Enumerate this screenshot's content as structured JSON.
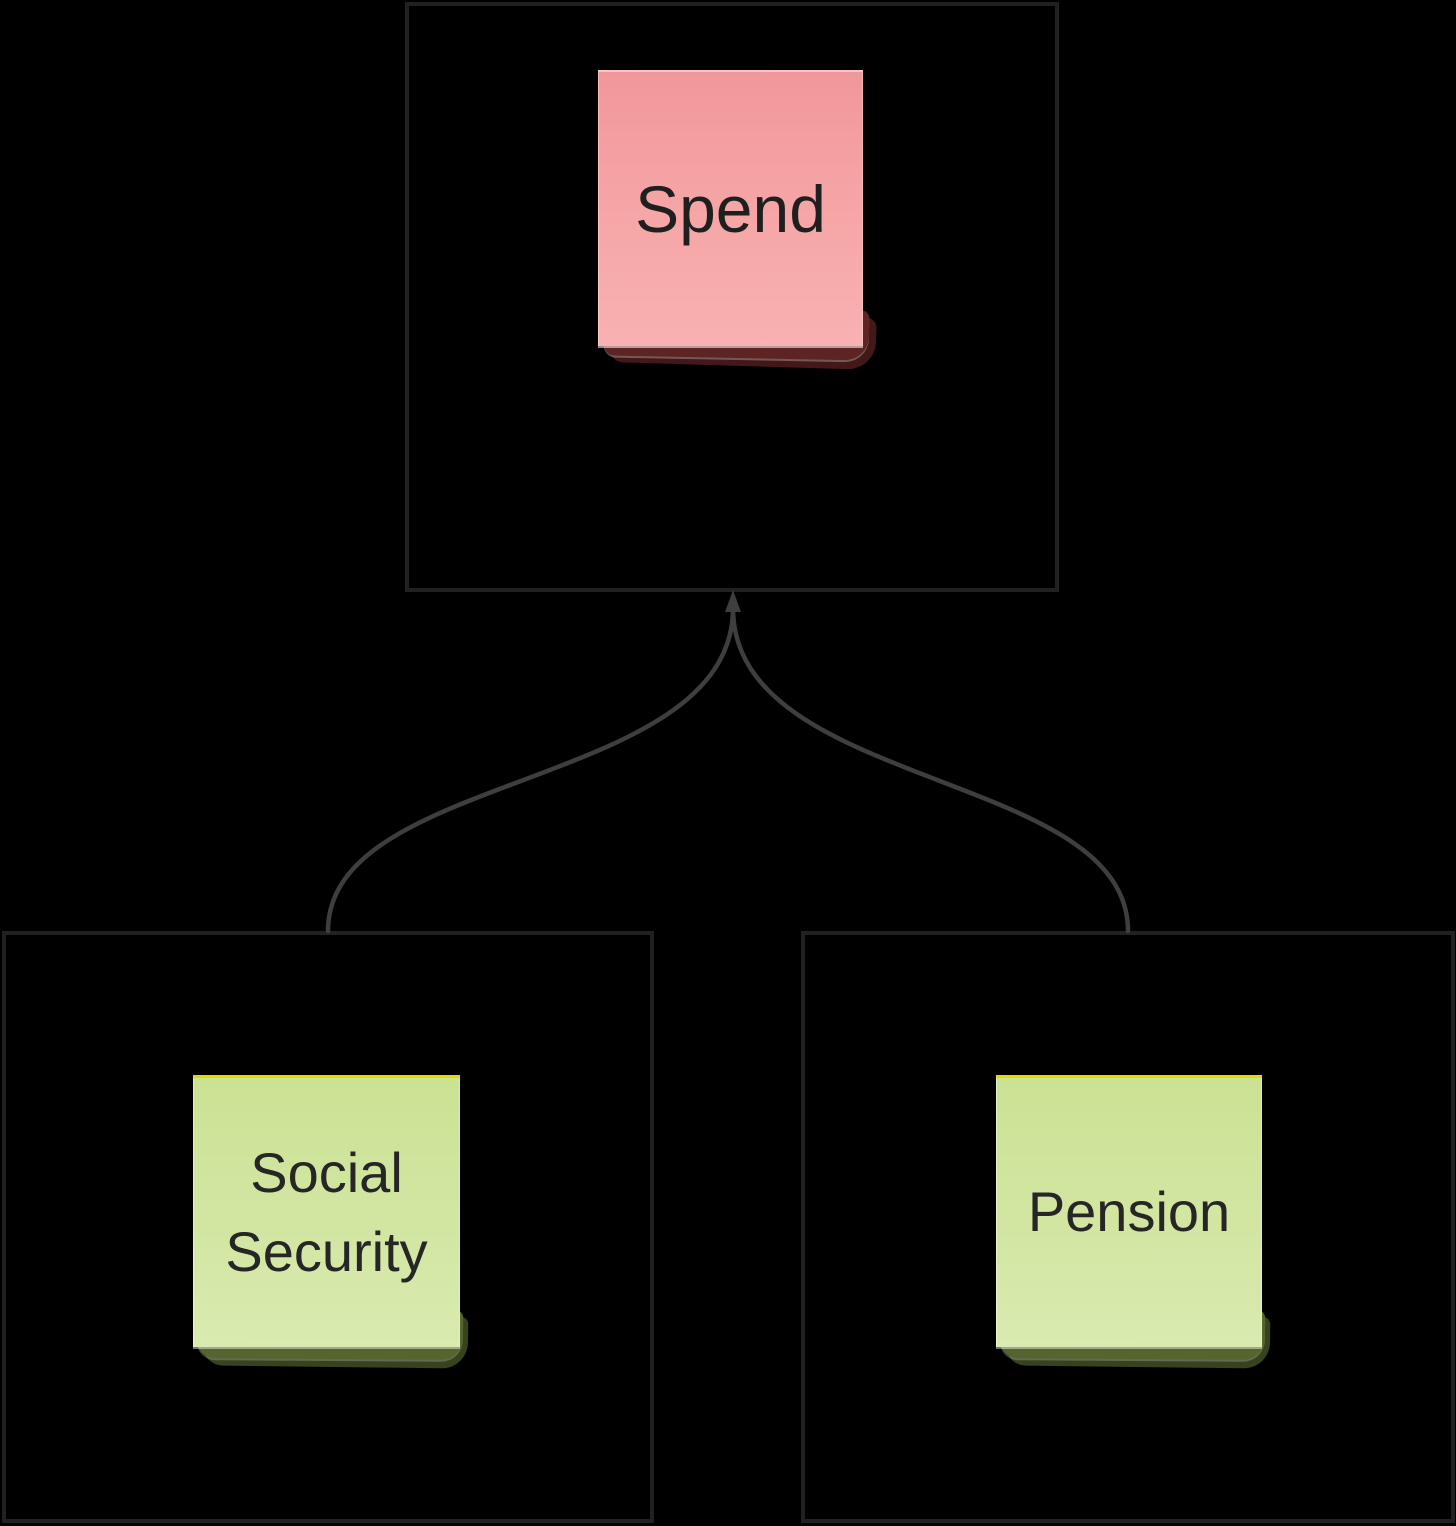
{
  "canvas": {
    "background": "#000000"
  },
  "frames": {
    "border_color": "#212121"
  },
  "notes": {
    "spend": {
      "label": "Spend",
      "gradient_top": "#f1979a",
      "gradient_bottom": "#f9b1b1",
      "curl_color": "#431818",
      "text_color": "#1f1f1f"
    },
    "social_security": {
      "label": "Social Security",
      "gradient_top": "#cbe294",
      "gradient_bottom": "#d9ebb0",
      "top_strip_color": "#e6da00",
      "curl_color": "#37431d",
      "text_color": "#262626"
    },
    "pension": {
      "label": "Pension",
      "gradient_top": "#cbe294",
      "gradient_bottom": "#d9ebb0",
      "top_strip_color": "#e6da00",
      "curl_color": "#37431d",
      "text_color": "#262626"
    }
  },
  "connectors": {
    "color": "#3e3e3e",
    "arrowhead_direction": "up",
    "edges": [
      {
        "from": "Social Security",
        "to": "Spend"
      },
      {
        "from": "Pension",
        "to": "Spend"
      }
    ]
  }
}
